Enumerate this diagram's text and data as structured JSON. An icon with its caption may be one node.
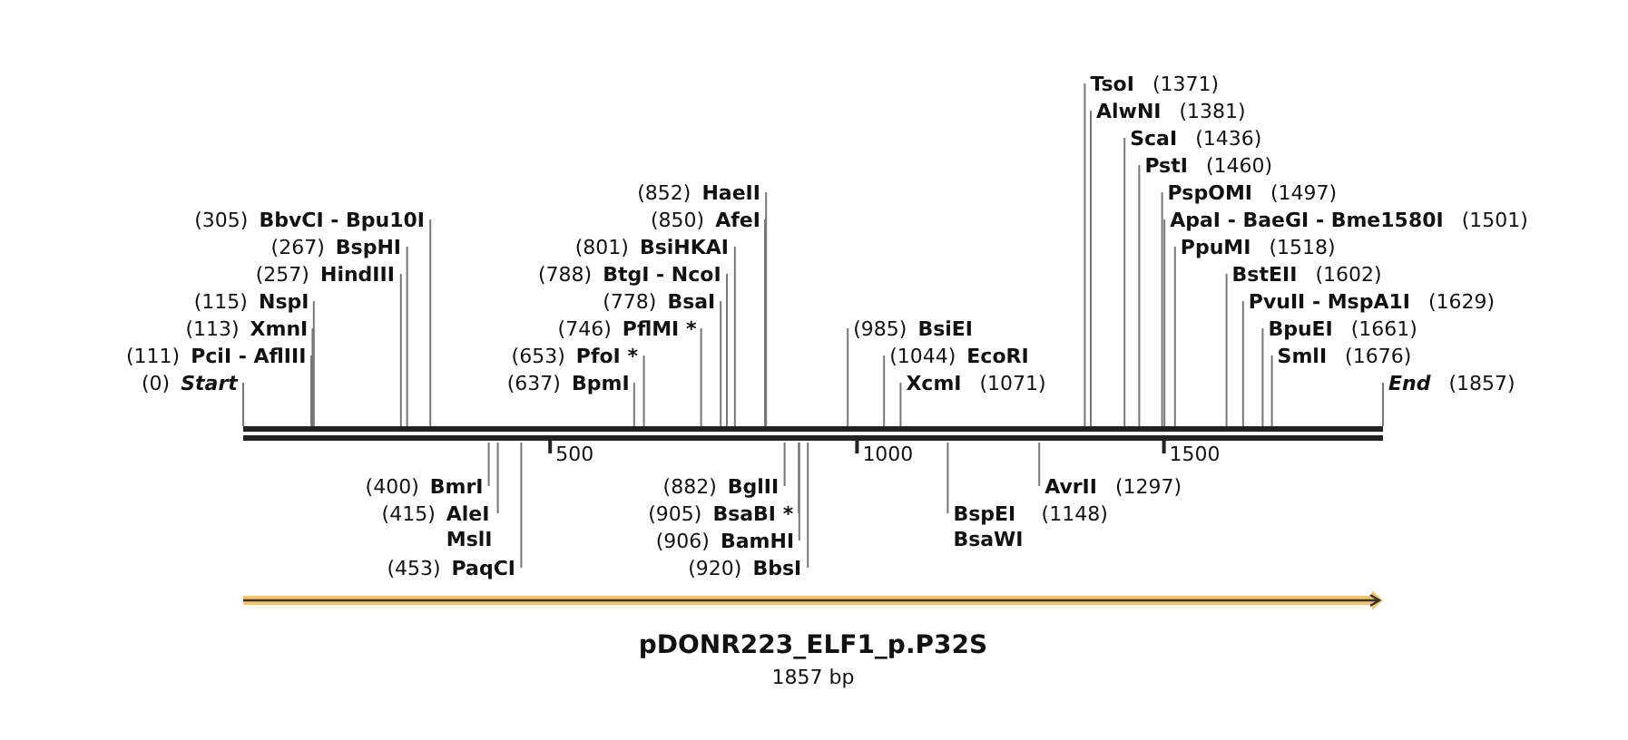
{
  "diagram": {
    "title": "pDONR223_ELF1_p.P32S",
    "caption": "1857 bp",
    "nodes": [
      {
        "text": [
          "(0)",
          "Start"
        ]
      },
      {
        "text": [
          "(111)",
          "PciI - AflIII"
        ]
      },
      {
        "text": [
          "(113)",
          "XmnI"
        ]
      },
      {
        "text": [
          "(115)",
          "NspI"
        ]
      },
      {
        "text": [
          "(257)",
          "HindIII"
        ]
      },
      {
        "text": [
          "(267)",
          "BspHI"
        ]
      },
      {
        "text": [
          "(305)",
          "BbvCI - Bpu10I"
        ]
      },
      {
        "text": [
          "(400)",
          "BmrI"
        ]
      },
      {
        "text": [
          "(415)",
          "AleI",
          "MslI"
        ]
      },
      {
        "text": [
          "(453)",
          "PaqCI"
        ]
      },
      {
        "text": [
          "(637)",
          "BpmI"
        ]
      },
      {
        "text": [
          "(653)",
          "PfoI *"
        ]
      },
      {
        "text": [
          "(746)",
          "PflMI *"
        ]
      },
      {
        "text": [
          "(778)",
          "BsaI"
        ]
      },
      {
        "text": [
          "(788)",
          "BtgI - NcoI"
        ]
      },
      {
        "text": [
          "(801)",
          "BsiHKAI"
        ]
      },
      {
        "text": [
          "(850)",
          "AfeI"
        ]
      },
      {
        "text": [
          "(852)",
          "HaeII"
        ]
      },
      {
        "text": [
          "(882)",
          "BglII"
        ]
      },
      {
        "text": [
          "(905)",
          "BsaBI *"
        ]
      },
      {
        "text": [
          "(906)",
          "BamHI"
        ]
      },
      {
        "text": [
          "(920)",
          "BbsI"
        ]
      },
      {
        "text": [
          "(985)",
          "BsiEI"
        ]
      },
      {
        "text": [
          "(1044)",
          "EcoRI"
        ]
      },
      {
        "text": [
          "XcmI",
          "(1071)"
        ]
      },
      {
        "text": [
          "BspEI",
          "(1148)",
          "BsaWI"
        ]
      },
      {
        "text": [
          "AvrII",
          "(1297)"
        ]
      },
      {
        "text": [
          "TsoI",
          "(1371)"
        ]
      },
      {
        "text": [
          "AlwNI",
          "(1381)"
        ]
      },
      {
        "text": [
          "ScaI",
          "(1436)"
        ]
      },
      {
        "text": [
          "PstI",
          "(1460)"
        ]
      },
      {
        "text": [
          "PspOMI",
          "(1497)"
        ]
      },
      {
        "text": [
          "ApaI - BaeGI - Bme1580I",
          "(1501)"
        ]
      },
      {
        "text": [
          "PpuMI",
          "(1518)"
        ]
      },
      {
        "text": [
          "BstEII",
          "(1602)"
        ]
      },
      {
        "text": [
          "PvuII - MspA1I",
          "(1629)"
        ]
      },
      {
        "text": [
          "BpuEI",
          "(1661)"
        ]
      },
      {
        "text": [
          "SmlI",
          "(1676)"
        ]
      },
      {
        "text": [
          "End",
          "(1857)"
        ]
      },
      {
        "text": [],
        "shape": "bar",
        "beside": [
          "500",
          "1000",
          "1500"
        ]
      }
    ],
    "edges": [
      {
        "from": 0,
        "to": 39,
        "arrow": "none"
      },
      {
        "from": 1,
        "to": 39,
        "arrow": "none"
      },
      {
        "from": 2,
        "to": 39,
        "arrow": "none"
      },
      {
        "from": 3,
        "to": 39,
        "arrow": "none"
      },
      {
        "from": 4,
        "to": 39,
        "arrow": "none"
      },
      {
        "from": 5,
        "to": 39,
        "arrow": "none"
      },
      {
        "from": 6,
        "to": 39,
        "arrow": "none"
      },
      {
        "from": 7,
        "to": 39,
        "arrow": "none"
      },
      {
        "from": 8,
        "to": 39,
        "arrow": "none"
      },
      {
        "from": 9,
        "to": 39,
        "arrow": "none"
      },
      {
        "from": 10,
        "to": 39,
        "arrow": "none"
      },
      {
        "from": 11,
        "to": 39,
        "arrow": "none"
      },
      {
        "from": 12,
        "to": 39,
        "arrow": "none"
      },
      {
        "from": 13,
        "to": 39,
        "arrow": "none"
      },
      {
        "from": 14,
        "to": 39,
        "arrow": "none"
      },
      {
        "from": 15,
        "to": 39,
        "arrow": "none"
      },
      {
        "from": 16,
        "to": 39,
        "arrow": "none"
      },
      {
        "from": 17,
        "to": 39,
        "arrow": "none"
      },
      {
        "from": 18,
        "to": 39,
        "arrow": "none"
      },
      {
        "from": 19,
        "to": 39,
        "arrow": "none"
      },
      {
        "from": 20,
        "to": 39,
        "arrow": "none"
      },
      {
        "from": 21,
        "to": 39,
        "arrow": "none"
      },
      {
        "from": 22,
        "to": 39,
        "arrow": "none"
      },
      {
        "from": 23,
        "to": 39,
        "arrow": "none"
      },
      {
        "from": 24,
        "to": 39,
        "arrow": "none"
      },
      {
        "from": 25,
        "to": 39,
        "arrow": "none"
      },
      {
        "from": 26,
        "to": 39,
        "arrow": "none"
      },
      {
        "from": 27,
        "to": 39,
        "arrow": "none"
      },
      {
        "from": 28,
        "to": 39,
        "arrow": "none"
      },
      {
        "from": 29,
        "to": 39,
        "arrow": "none"
      },
      {
        "from": 30,
        "to": 39,
        "arrow": "none"
      },
      {
        "from": 31,
        "to": 39,
        "arrow": "none"
      },
      {
        "from": 32,
        "to": 39,
        "arrow": "none"
      },
      {
        "from": 33,
        "to": 39,
        "arrow": "none"
      },
      {
        "from": 34,
        "to": 39,
        "arrow": "none"
      },
      {
        "from": 35,
        "to": 39,
        "arrow": "none"
      },
      {
        "from": 36,
        "to": 39,
        "arrow": "none"
      },
      {
        "from": 37,
        "to": 39,
        "arrow": "none"
      },
      {
        "from": 38,
        "to": 39,
        "arrow": "none"
      }
    ]
  }
}
